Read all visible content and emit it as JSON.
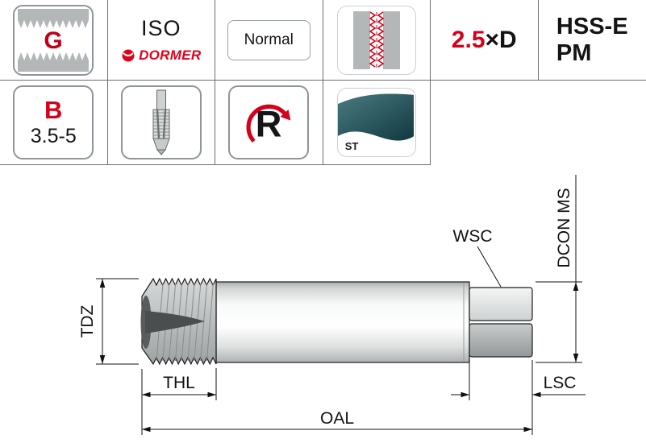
{
  "spec_grid": {
    "thread_form": {
      "letter": "G"
    },
    "standard": {
      "name": "ISO",
      "brand": "DORMER"
    },
    "tolerance": {
      "label": "Normal"
    },
    "depth": {
      "value": "2.5",
      "unit": "×D"
    },
    "material": {
      "line1": "HSS-E",
      "line2": "PM"
    },
    "chamfer": {
      "letter": "B",
      "range": "3.5-5"
    },
    "rotation": {
      "letter": "R"
    },
    "coating": {
      "label": "ST"
    }
  },
  "drawing": {
    "labels": {
      "tdz": "TDZ",
      "thl": "THL",
      "oal": "OAL",
      "wsc": "WSC",
      "dcon": "DCON MS",
      "lsc": "LSC"
    }
  },
  "colors": {
    "accent_red": "#d50019",
    "brand_red": "#e2001a",
    "coating_teal": "#1c4a52"
  }
}
